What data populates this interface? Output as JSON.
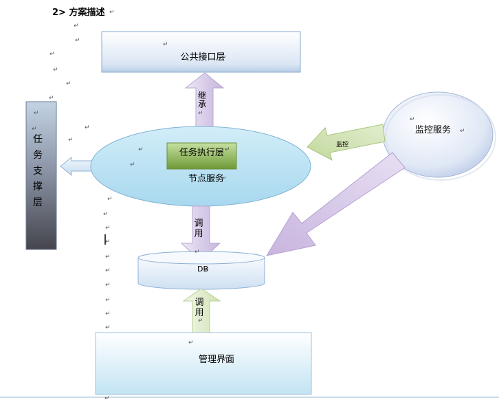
{
  "heading": "2>  方案描述",
  "nodes": {
    "public_api": "公共接口层",
    "monitor_service": "监控服务",
    "task_exec": "任务执行层",
    "node_service": "节点服务",
    "db": "DB",
    "mgmt_ui": "管理界面",
    "task_support": "任务支撑层"
  },
  "arrows": {
    "inherit": "继承",
    "monitor": "监控",
    "call_db": "调用",
    "call_mgmt": "调用"
  },
  "colors": {
    "box_fill_top": "#ffffff",
    "box_fill_bottom": "#c9e8f5",
    "ellipse_fill": "#bfe4f4",
    "exec_fill_top": "#b8d98a",
    "exec_fill_bottom": "#76a33e",
    "support_fill_top": "#b7c7d8",
    "support_fill_bottom": "#4a4a52",
    "arrow_purple": "#d5c9e6",
    "arrow_green": "#d6e5bf",
    "arrow_blue": "#cfe3f2",
    "border": "#4b78b4"
  }
}
